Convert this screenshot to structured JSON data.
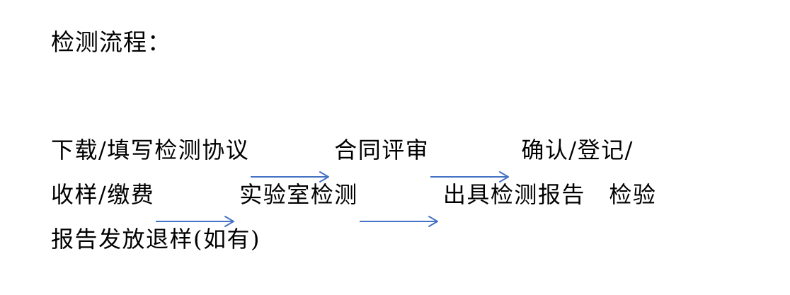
{
  "document": {
    "background_color": "#ffffff",
    "text_color": "#000000",
    "accent_color": "#4472C4",
    "title": "检测流程："
  },
  "flow": {
    "arrow_icon_name": "arrow-right-icon",
    "arrow_color": "#4472C4",
    "lines": [
      {
        "id": "line-1",
        "segments": [
          {
            "type": "text",
            "value": "下载/填写检测协议"
          },
          {
            "type": "arrow"
          },
          {
            "type": "text",
            "value": "合同评审"
          },
          {
            "type": "arrow"
          },
          {
            "type": "text",
            "value": "确认/登记/"
          }
        ]
      },
      {
        "id": "line-2",
        "segments": [
          {
            "type": "text",
            "value": "收样/缴费"
          },
          {
            "type": "arrow"
          },
          {
            "type": "text",
            "value": "实验室检测"
          },
          {
            "type": "arrow"
          },
          {
            "type": "text",
            "value": "出具检测报告　检验"
          }
        ]
      },
      {
        "id": "line-3",
        "segments": [
          {
            "type": "text",
            "value": "报告发放退样(如有)"
          }
        ]
      }
    ],
    "steps": [
      "下载/填写检测协议",
      "合同评审",
      "确认/登记/收样/缴费",
      "实验室检测",
      "出具检测报告",
      "检验报告发放退样(如有)"
    ]
  }
}
